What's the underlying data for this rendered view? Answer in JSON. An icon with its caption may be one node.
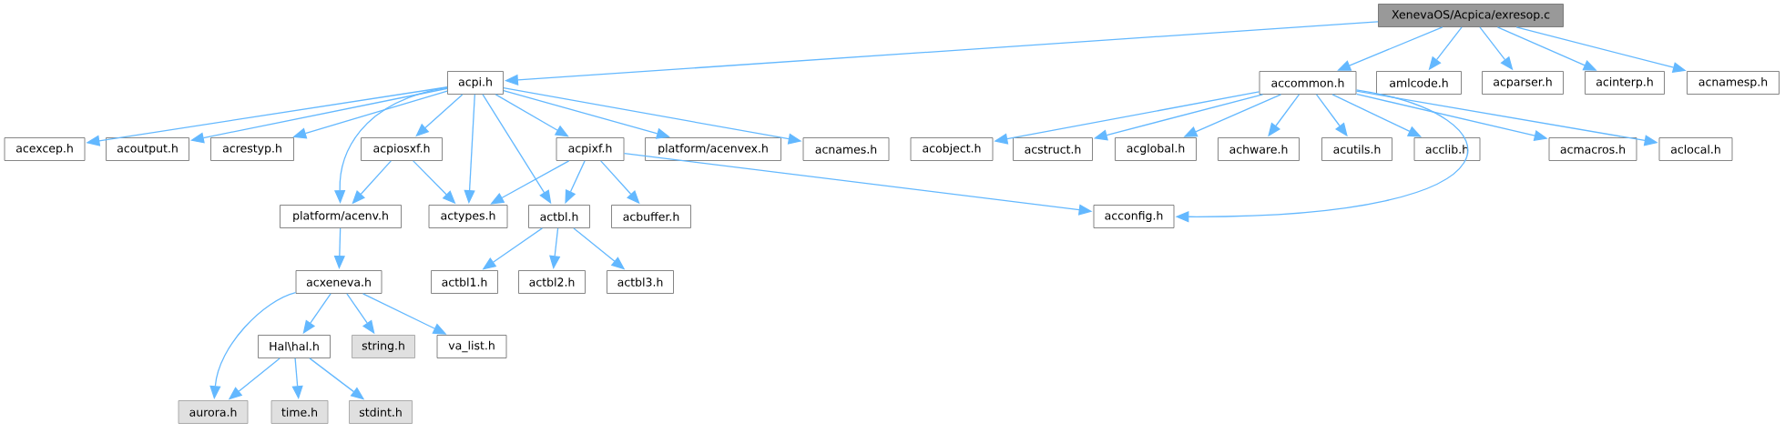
{
  "diagram": {
    "nodes": [
      {
        "text": [
          "XenevaOS/Acpica/exresop.c"
        ]
      },
      {
        "text": [
          "acpi.h"
        ]
      },
      {
        "text": [
          "accommon.h"
        ]
      },
      {
        "text": [
          "amlcode.h"
        ]
      },
      {
        "text": [
          "acparser.h"
        ]
      },
      {
        "text": [
          "acinterp.h"
        ]
      },
      {
        "text": [
          "acnamesp.h"
        ]
      },
      {
        "text": [
          "acexcep.h"
        ]
      },
      {
        "text": [
          "acoutput.h"
        ]
      },
      {
        "text": [
          "acrestyp.h"
        ]
      },
      {
        "text": [
          "acpiosxf.h"
        ]
      },
      {
        "text": [
          "acpixf.h"
        ]
      },
      {
        "text": [
          "platform/acenvex.h"
        ]
      },
      {
        "text": [
          "acnames.h"
        ]
      },
      {
        "text": [
          "acobject.h"
        ]
      },
      {
        "text": [
          "acstruct.h"
        ]
      },
      {
        "text": [
          "acglobal.h"
        ]
      },
      {
        "text": [
          "achware.h"
        ]
      },
      {
        "text": [
          "acutils.h"
        ]
      },
      {
        "text": [
          "acclib.h"
        ]
      },
      {
        "text": [
          "acmacros.h"
        ]
      },
      {
        "text": [
          "aclocal.h"
        ]
      },
      {
        "text": [
          "platform/acenv.h"
        ]
      },
      {
        "text": [
          "actypes.h"
        ]
      },
      {
        "text": [
          "actbl.h"
        ]
      },
      {
        "text": [
          "acbuffer.h"
        ]
      },
      {
        "text": [
          "acconfig.h"
        ]
      },
      {
        "text": [
          "acxeneva.h"
        ]
      },
      {
        "text": [
          "actbl1.h"
        ]
      },
      {
        "text": [
          "actbl2.h"
        ]
      },
      {
        "text": [
          "actbl3.h"
        ]
      },
      {
        "text": [
          "Hal\\hal.h"
        ]
      },
      {
        "text": [
          "string.h"
        ]
      },
      {
        "text": [
          "va_list.h"
        ]
      },
      {
        "text": [
          "aurora.h"
        ]
      },
      {
        "text": [
          "time.h"
        ]
      },
      {
        "text": [
          "stdint.h"
        ]
      }
    ],
    "edges": [
      {
        "from": 0,
        "to": 1,
        "arrow": "to"
      },
      {
        "from": 0,
        "to": 2,
        "arrow": "to"
      },
      {
        "from": 0,
        "to": 3,
        "arrow": "to"
      },
      {
        "from": 0,
        "to": 4,
        "arrow": "to"
      },
      {
        "from": 0,
        "to": 5,
        "arrow": "to"
      },
      {
        "from": 0,
        "to": 6,
        "arrow": "to"
      },
      {
        "from": 1,
        "to": 7,
        "arrow": "to"
      },
      {
        "from": 1,
        "to": 8,
        "arrow": "to"
      },
      {
        "from": 1,
        "to": 9,
        "arrow": "to"
      },
      {
        "from": 1,
        "to": 22,
        "arrow": "to"
      },
      {
        "from": 1,
        "to": 10,
        "arrow": "to"
      },
      {
        "from": 1,
        "to": 23,
        "arrow": "to"
      },
      {
        "from": 1,
        "to": 24,
        "arrow": "to"
      },
      {
        "from": 1,
        "to": 11,
        "arrow": "to"
      },
      {
        "from": 1,
        "to": 12,
        "arrow": "to"
      },
      {
        "from": 1,
        "to": 13,
        "arrow": "to"
      },
      {
        "from": 10,
        "to": 22,
        "arrow": "to"
      },
      {
        "from": 10,
        "to": 23,
        "arrow": "to"
      },
      {
        "from": 11,
        "to": 23,
        "arrow": "to"
      },
      {
        "from": 11,
        "to": 24,
        "arrow": "to"
      },
      {
        "from": 11,
        "to": 25,
        "arrow": "to"
      },
      {
        "from": 11,
        "to": 26,
        "arrow": "to"
      },
      {
        "from": 2,
        "to": 14,
        "arrow": "to"
      },
      {
        "from": 2,
        "to": 15,
        "arrow": "to"
      },
      {
        "from": 2,
        "to": 16,
        "arrow": "to"
      },
      {
        "from": 2,
        "to": 17,
        "arrow": "to"
      },
      {
        "from": 2,
        "to": 18,
        "arrow": "to"
      },
      {
        "from": 2,
        "to": 19,
        "arrow": "to"
      },
      {
        "from": 2,
        "to": 26,
        "arrow": "to"
      },
      {
        "from": 2,
        "to": 20,
        "arrow": "to"
      },
      {
        "from": 2,
        "to": 21,
        "arrow": "to"
      },
      {
        "from": 22,
        "to": 27,
        "arrow": "to"
      },
      {
        "from": 24,
        "to": 28,
        "arrow": "to"
      },
      {
        "from": 24,
        "to": 29,
        "arrow": "to"
      },
      {
        "from": 24,
        "to": 30,
        "arrow": "to"
      },
      {
        "from": 27,
        "to": 34,
        "arrow": "to"
      },
      {
        "from": 27,
        "to": 31,
        "arrow": "to"
      },
      {
        "from": 27,
        "to": 32,
        "arrow": "to"
      },
      {
        "from": 27,
        "to": 33,
        "arrow": "to"
      },
      {
        "from": 31,
        "to": 34,
        "arrow": "to"
      },
      {
        "from": 31,
        "to": 35,
        "arrow": "to"
      },
      {
        "from": 31,
        "to": 36,
        "arrow": "to"
      }
    ]
  }
}
